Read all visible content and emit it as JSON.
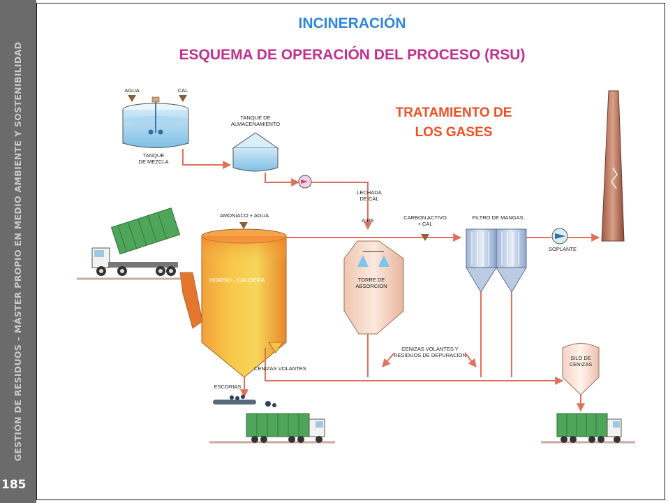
{
  "sidebar": {
    "course_text": "GESTIÓN DE RESIDUOS – MÁSTER PROPIO EN MEDIO AMBIENTE Y SOSTENIBILIDAD",
    "page_number": "185"
  },
  "header": {
    "title": "INCINERACIÓN",
    "subtitle": "ESQUEMA DE OPERACIÓN DEL PROCESO (RSU)",
    "section_title_line1": "TRATAMIENTO DE",
    "section_title_line2": "LOS GASES"
  },
  "labels": {
    "agua": "AGUA",
    "cal": "CAL",
    "tanque_mezcla_1": "TANQUE",
    "tanque_mezcla_2": "DE MEZCLA",
    "tanque_almacen_1": "TANQUE DE",
    "tanque_almacen_2": "ALMACENAMIENTO",
    "lechada_1": "LECHADA",
    "lechada_2": "DE CAL",
    "amoniaco": "AMONIACO + AGUA",
    "aire": "AIRE",
    "carbon_1": "CARBON ACTIVO",
    "carbon_2": "+ CAL",
    "filtro": "FILTRO DE MANGAS",
    "soplante": "SOPLANTE",
    "horno": "HORNO - CALDERA",
    "torre_1": "TORRE DE",
    "torre_2": "ABSORCION",
    "cenizas_dep_1": "CENIZAS VOLANTES Y",
    "cenizas_dep_2": "RESIDUOS DE DEPURACION",
    "cenizas_volantes": "CENIZAS VOLANTES",
    "silo_1": "SILO DE",
    "silo_2": "CENIZAS",
    "escorias": "ESCORIAS"
  },
  "colors": {
    "title_blue": "#2e86de",
    "subtitle_magenta": "#c0308f",
    "section_orange": "#f04e23",
    "pipe": "#e0705a",
    "sidebar_bg": "#6b6b6b"
  }
}
